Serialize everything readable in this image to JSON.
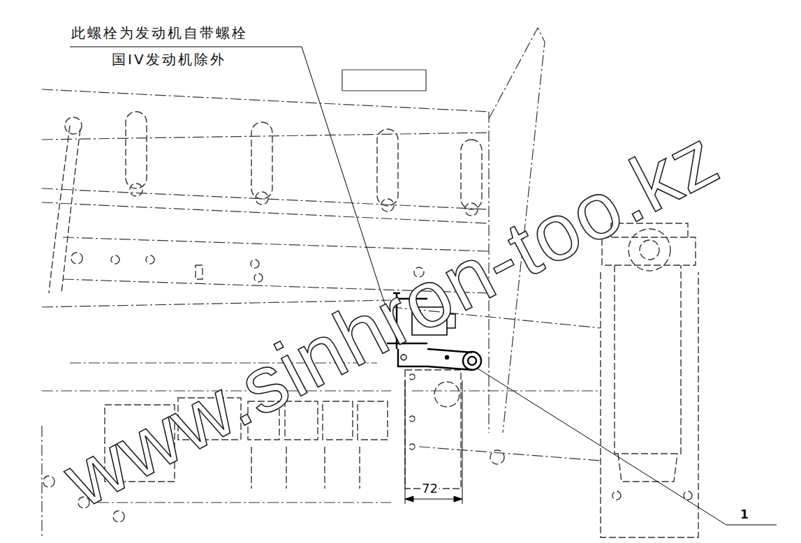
{
  "diagram": {
    "labels": [
      "此螺栓为发动机自带螺栓",
      "国IV发动机除外",
      "www.sinhron-too.kz",
      "72",
      "1"
    ]
  }
}
